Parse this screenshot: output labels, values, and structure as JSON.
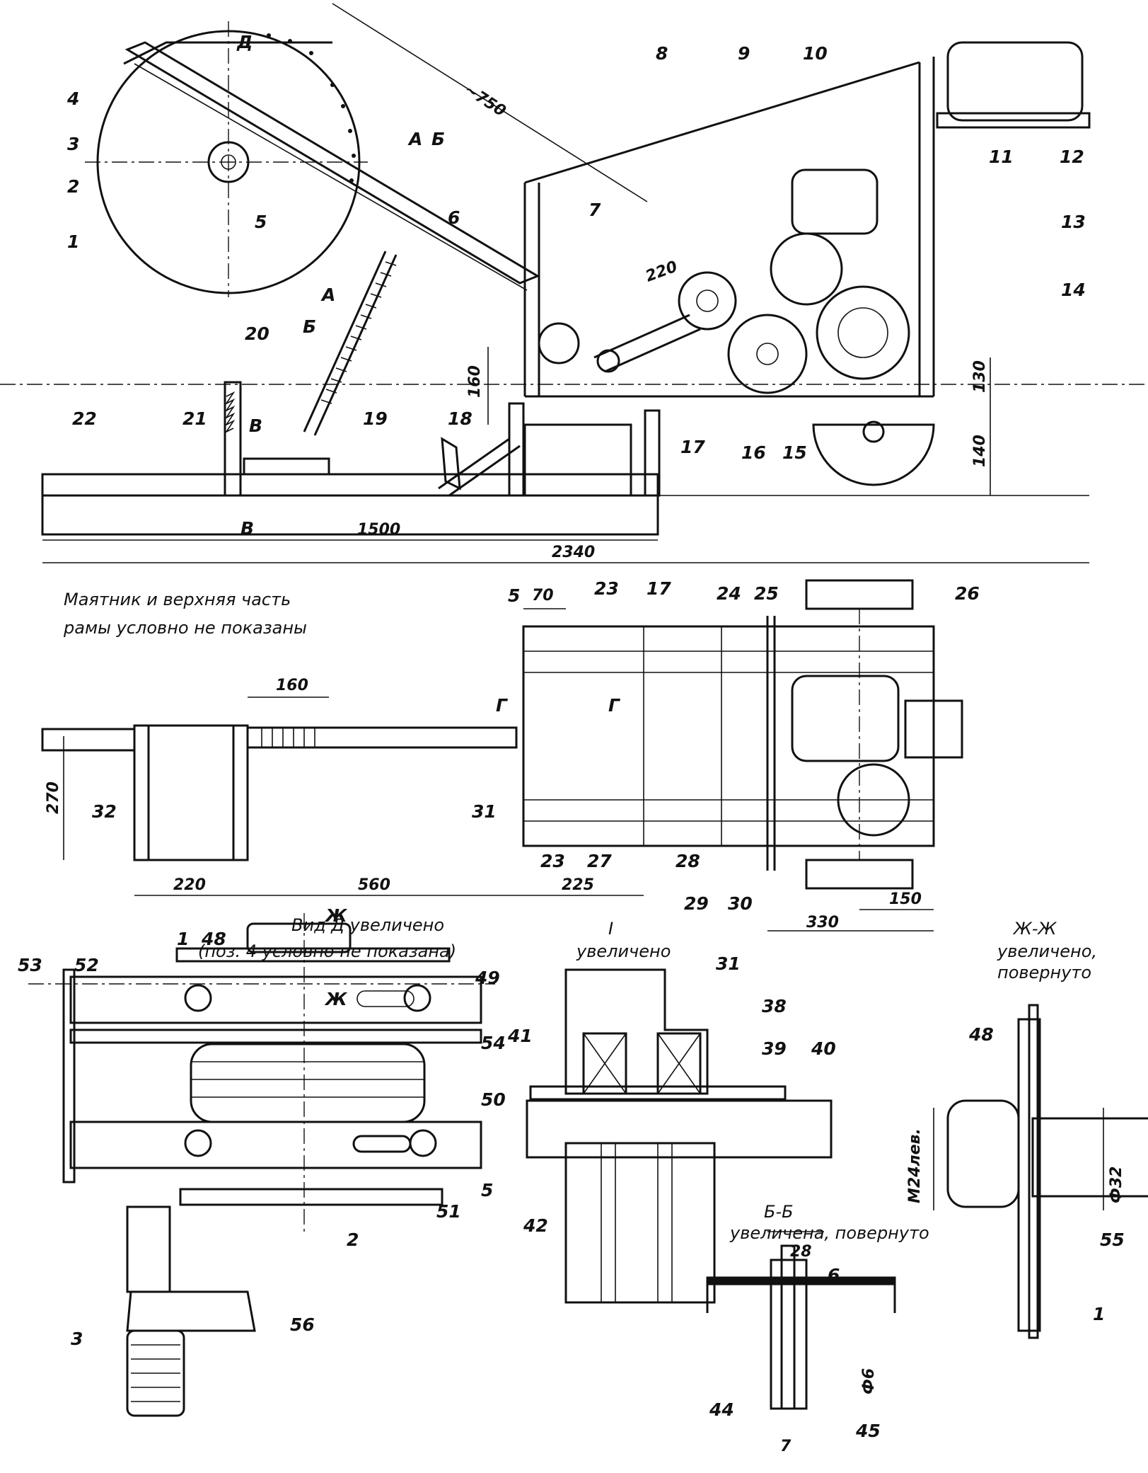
{
  "labels": {
    "p1": "1",
    "p2": "2",
    "p3": "3",
    "p4": "4",
    "p5": "5",
    "p6": "6",
    "p7": "7",
    "p8": "8",
    "p9": "9",
    "p10": "10",
    "p11": "11",
    "p12": "12",
    "p13": "13",
    "p14": "14",
    "p15": "15",
    "p16": "16",
    "p17": "17",
    "p18": "18",
    "p19": "19",
    "p20": "20",
    "p21": "21",
    "p22": "22",
    "p23": "23",
    "p24": "24",
    "p25": "25",
    "p26": "26",
    "p27": "27",
    "p28": "28",
    "p29": "29",
    "p30": "30",
    "p31": "31",
    "p32": "32",
    "p38": "38",
    "p39": "39",
    "p40": "40",
    "p41": "41",
    "p42": "42",
    "p44": "44",
    "p45": "45",
    "p48": "48",
    "p49": "49",
    "p50": "50",
    "p51": "51",
    "p52": "52",
    "p53": "53",
    "p54": "54",
    "p55": "55",
    "p56": "56"
  },
  "dimensions": {
    "d750": "~750",
    "d220a": "220",
    "d160a": "160",
    "d130": "130",
    "d140": "140",
    "d1500": "1500",
    "d2340": "2340",
    "d70": "70",
    "d160b": "160",
    "d270": "270",
    "d220b": "220",
    "d560": "560",
    "d225": "225",
    "d330": "330",
    "d150": "150",
    "d28": "28",
    "d7": "7",
    "d6": "Ф6",
    "dm24": "М24лев.",
    "d32": "Ф32"
  },
  "section_marks": {
    "a": "А",
    "b": "Б",
    "v": "В",
    "g": "Г",
    "d": "Д",
    "zh": "Ж",
    "i": "I"
  },
  "notes": {
    "pendulum_note_1": "Маятник и верхняя часть",
    "pendulum_note_2": "рамы условно не показаны",
    "view_d_title": "Вид Д  увеличено",
    "view_d_sub": "(поз. 4 условно не показана)",
    "detail_i_title": "I",
    "detail_i_sub": "увеличено",
    "section_bb_title": "Б-Б",
    "section_bb_sub": "увеличена, повернуто",
    "section_zhzh_title": "Ж-Ж",
    "section_zhzh_sub1": "увеличено,",
    "section_zhzh_sub2": "повернуто"
  }
}
